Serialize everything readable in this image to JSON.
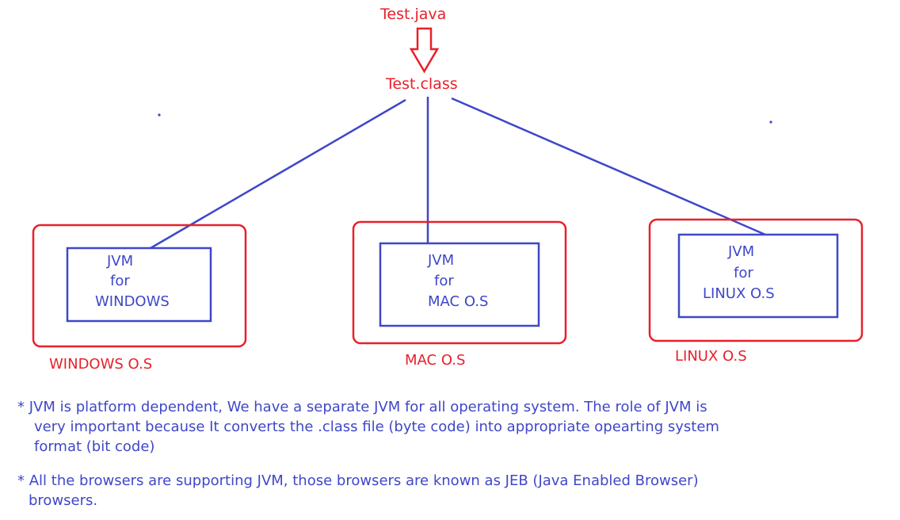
{
  "diagram": {
    "source_file": "Test.java",
    "class_file": "Test.class",
    "platforms": [
      {
        "jvm_lines": [
          "JVM",
          "for",
          "WINDOWS"
        ],
        "os_label": "WINDOWS O.S"
      },
      {
        "jvm_lines": [
          "JVM",
          "for",
          "MAC O.S"
        ],
        "os_label": "MAC O.S"
      },
      {
        "jvm_lines": [
          "JVM",
          "for",
          "LINUX O.S"
        ],
        "os_label": "LINUX O.S"
      }
    ]
  },
  "notes": {
    "note1": {
      "bullet": "*",
      "lines": [
        "JVM is platform dependent, We have a separate JVM for all operating system. The role of JVM is",
        "very important because It converts the .class file (byte code) into appropriate opearting system",
        "format (bit code)"
      ]
    },
    "note2": {
      "bullet": "*",
      "lines": [
        "All the browsers are supporting JVM, those browsers are known as JEB (Java Enabled Browser)",
        "browsers."
      ]
    }
  },
  "colors": {
    "red": "#e8202a",
    "blue": "#3f47c8"
  }
}
